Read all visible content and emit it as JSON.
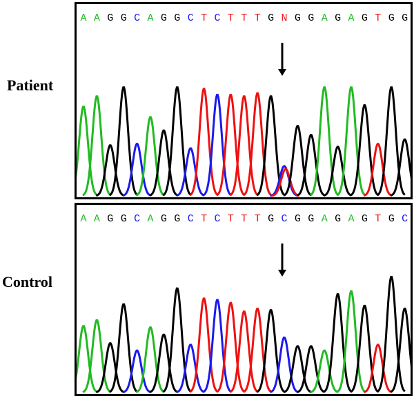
{
  "colors": {
    "A": "#22bb22",
    "C": "#1a1aee",
    "G": "#000000",
    "T": "#ee1111",
    "N": "#ee1111"
  },
  "panels": [
    {
      "label": "Patient",
      "sequence": [
        "A",
        "A",
        "G",
        "G",
        "C",
        "A",
        "G",
        "G",
        "C",
        "T",
        "C",
        "T",
        "T",
        "T",
        "G",
        "N",
        "G",
        "G",
        "A",
        "G",
        "A",
        "G",
        "T",
        "G",
        "G"
      ],
      "arrow_index": 15,
      "peaks": [
        {
          "b": "A",
          "i": 0,
          "h": 0.6
        },
        {
          "b": "A",
          "i": 1,
          "h": 0.67
        },
        {
          "b": "G",
          "i": 2,
          "h": 0.34
        },
        {
          "b": "G",
          "i": 3,
          "h": 0.73
        },
        {
          "b": "C",
          "i": 4,
          "h": 0.35
        },
        {
          "b": "A",
          "i": 5,
          "h": 0.53
        },
        {
          "b": "G",
          "i": 6,
          "h": 0.44
        },
        {
          "b": "G",
          "i": 7,
          "h": 0.73
        },
        {
          "b": "C",
          "i": 8,
          "h": 0.32
        },
        {
          "b": "T",
          "i": 9,
          "h": 0.72
        },
        {
          "b": "C",
          "i": 10,
          "h": 0.68
        },
        {
          "b": "T",
          "i": 11,
          "h": 0.68
        },
        {
          "b": "T",
          "i": 12,
          "h": 0.67
        },
        {
          "b": "T",
          "i": 13,
          "h": 0.69
        },
        {
          "b": "G",
          "i": 14,
          "h": 0.67
        },
        {
          "b": "C",
          "i": 15,
          "h": 0.2
        },
        {
          "b": "T",
          "i": 15.1,
          "h": 0.18
        },
        {
          "b": "G",
          "i": 16,
          "h": 0.47
        },
        {
          "b": "G",
          "i": 17,
          "h": 0.41
        },
        {
          "b": "A",
          "i": 18,
          "h": 0.73
        },
        {
          "b": "G",
          "i": 19,
          "h": 0.33
        },
        {
          "b": "A",
          "i": 20,
          "h": 0.73
        },
        {
          "b": "G",
          "i": 21,
          "h": 0.61
        },
        {
          "b": "T",
          "i": 22,
          "h": 0.35
        },
        {
          "b": "G",
          "i": 23,
          "h": 0.73
        },
        {
          "b": "G",
          "i": 24,
          "h": 0.38
        }
      ]
    },
    {
      "label": "Control",
      "sequence": [
        "A",
        "A",
        "G",
        "G",
        "C",
        "A",
        "G",
        "G",
        "C",
        "T",
        "C",
        "T",
        "T",
        "T",
        "G",
        "C",
        "G",
        "G",
        "A",
        "G",
        "A",
        "G",
        "T",
        "G",
        "C"
      ],
      "arrow_index": 15,
      "peaks": [
        {
          "b": "A",
          "i": 0,
          "h": 0.46
        },
        {
          "b": "A",
          "i": 1,
          "h": 0.5
        },
        {
          "b": "G",
          "i": 2,
          "h": 0.34
        },
        {
          "b": "G",
          "i": 3,
          "h": 0.61
        },
        {
          "b": "C",
          "i": 4,
          "h": 0.29
        },
        {
          "b": "A",
          "i": 5,
          "h": 0.45
        },
        {
          "b": "G",
          "i": 6,
          "h": 0.4
        },
        {
          "b": "G",
          "i": 7,
          "h": 0.72
        },
        {
          "b": "C",
          "i": 8,
          "h": 0.33
        },
        {
          "b": "T",
          "i": 9,
          "h": 0.65
        },
        {
          "b": "C",
          "i": 10,
          "h": 0.64
        },
        {
          "b": "T",
          "i": 11,
          "h": 0.62
        },
        {
          "b": "T",
          "i": 12,
          "h": 0.56
        },
        {
          "b": "T",
          "i": 13,
          "h": 0.58
        },
        {
          "b": "G",
          "i": 14,
          "h": 0.57
        },
        {
          "b": "C",
          "i": 15,
          "h": 0.38
        },
        {
          "b": "G",
          "i": 16,
          "h": 0.32
        },
        {
          "b": "G",
          "i": 17,
          "h": 0.32
        },
        {
          "b": "A",
          "i": 18,
          "h": 0.29
        },
        {
          "b": "G",
          "i": 19,
          "h": 0.68
        },
        {
          "b": "A",
          "i": 20,
          "h": 0.7
        },
        {
          "b": "G",
          "i": 21,
          "h": 0.6
        },
        {
          "b": "T",
          "i": 22,
          "h": 0.33
        },
        {
          "b": "G",
          "i": 23,
          "h": 0.8
        },
        {
          "b": "G",
          "i": 24,
          "h": 0.58
        }
      ]
    }
  ]
}
